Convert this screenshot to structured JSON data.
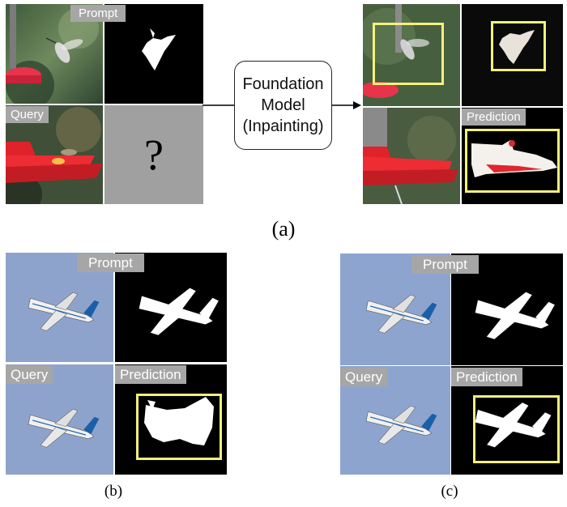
{
  "figure_a": {
    "prompt_tag": "Prompt",
    "query_tag": "Query",
    "question_mark": "?",
    "model_box": {
      "line1": "Foundation",
      "line2": "Model",
      "line3": "(Inpainting)"
    },
    "prediction_tag": "Prediction",
    "caption": "(a)"
  },
  "figure_b": {
    "prompt_tag": "Prompt",
    "query_tag": "Query",
    "prediction_tag": "Prediction",
    "caption": "(b)"
  },
  "figure_c": {
    "prompt_tag": "Prompt",
    "query_tag": "Query",
    "prediction_tag": "Prediction",
    "caption": "(c)"
  },
  "colors": {
    "tag_bg": "#a6a6a6",
    "highlight_box": "#f5f07a",
    "sky": "#8ea3cc",
    "mask_bg": "#000000",
    "unknown_tile": "#a0a0a0"
  }
}
